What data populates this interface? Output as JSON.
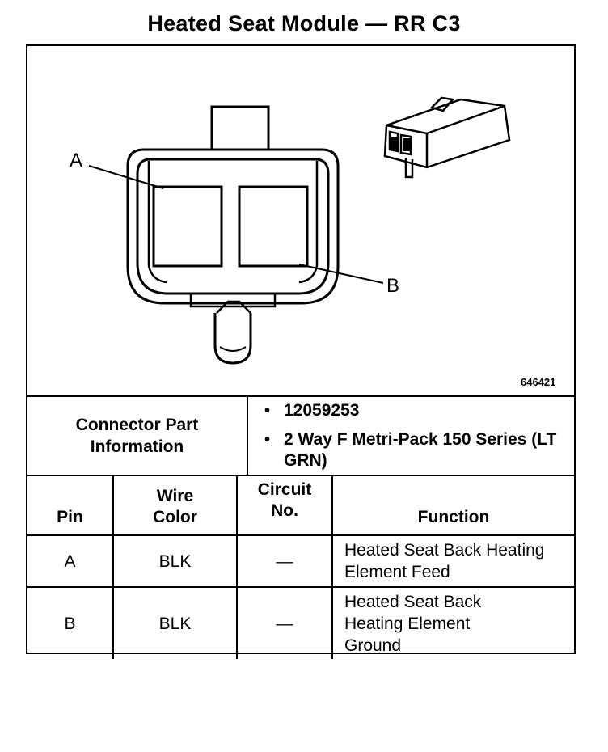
{
  "title": "Heated Seat Module — RR C3",
  "figure": {
    "id": "646421",
    "pin_a_label": "A",
    "pin_b_label": "B"
  },
  "connector_info": {
    "label": "Connector Part Information",
    "items": [
      "12059253",
      "2 Way F Metri-Pack 150 Series (LT GRN)"
    ]
  },
  "pin_table": {
    "headers": [
      "Pin",
      "Wire Color",
      "Circuit No.",
      "Function"
    ],
    "rows": [
      {
        "pin": "A",
        "wire_color": "BLK",
        "circuit": "—",
        "function": "Heated Seat Back Heating Element Feed"
      },
      {
        "pin": "B",
        "wire_color": "BLK",
        "circuit": "—",
        "function": "Heated Seat Back Heating Element Ground"
      }
    ]
  }
}
